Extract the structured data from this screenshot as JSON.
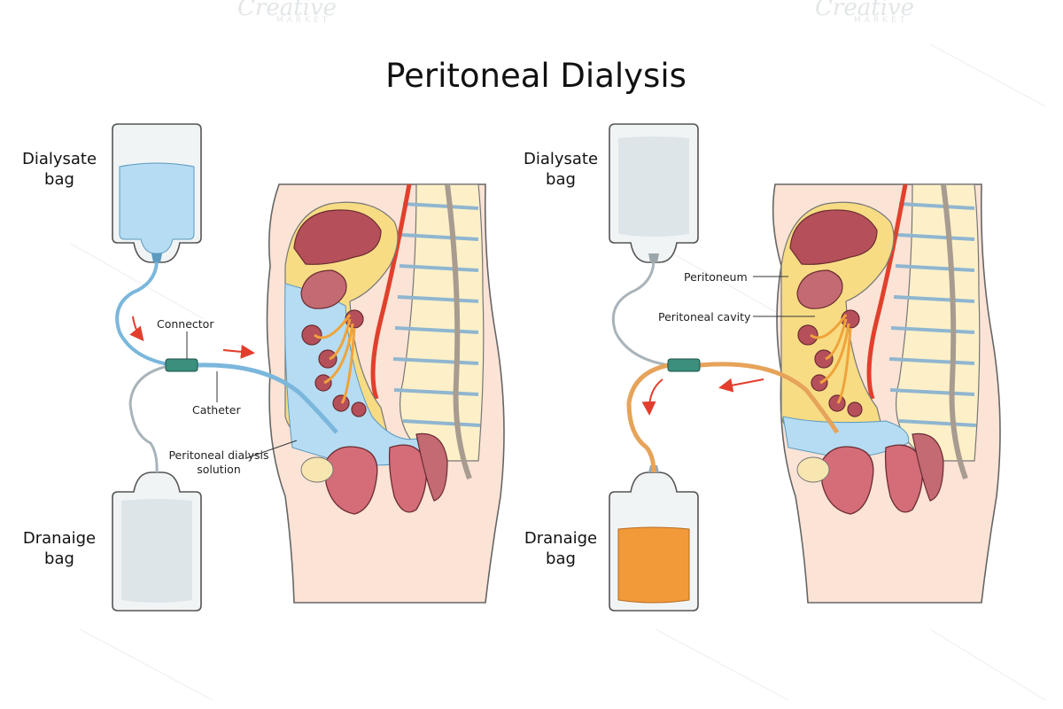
{
  "title": "Peritoneal Dialysis",
  "left_panel": {
    "dialysate_bag": {
      "line1": "Dialysate",
      "line2": "bag"
    },
    "drainage_bag": {
      "line1": "Dranaige",
      "line2": "bag"
    },
    "connector": "Connector",
    "catheter": "Catheter",
    "solution": {
      "line1": "Peritoneal dialysis",
      "line2": "solution"
    }
  },
  "right_panel": {
    "dialysate_bag": {
      "line1": "Dialysate",
      "line2": "bag"
    },
    "drainage_bag": {
      "line1": "Dranaige",
      "line2": "bag"
    },
    "peritoneum": "Peritoneum",
    "peritoneal_cavity": "Peritoneal cavity"
  },
  "watermark": {
    "brand": "Creative",
    "sub": "MARKET"
  },
  "colors": {
    "skin": "#fbe3d6",
    "body_outline": "#555555",
    "fluid_fresh": "#b5dcf2",
    "fluid_drained": "#f29a3a",
    "organ_dark": "#b5505a",
    "organ_fill": "#c36a72",
    "fat": "#f7dc84",
    "spine": "#fdf0c8",
    "aorta": "#e0402c",
    "arrow": "#e23d2d",
    "connector": "#3a8f7d",
    "tube_orange": "#e6a35a",
    "bag_gray": "#d9e2e6"
  }
}
